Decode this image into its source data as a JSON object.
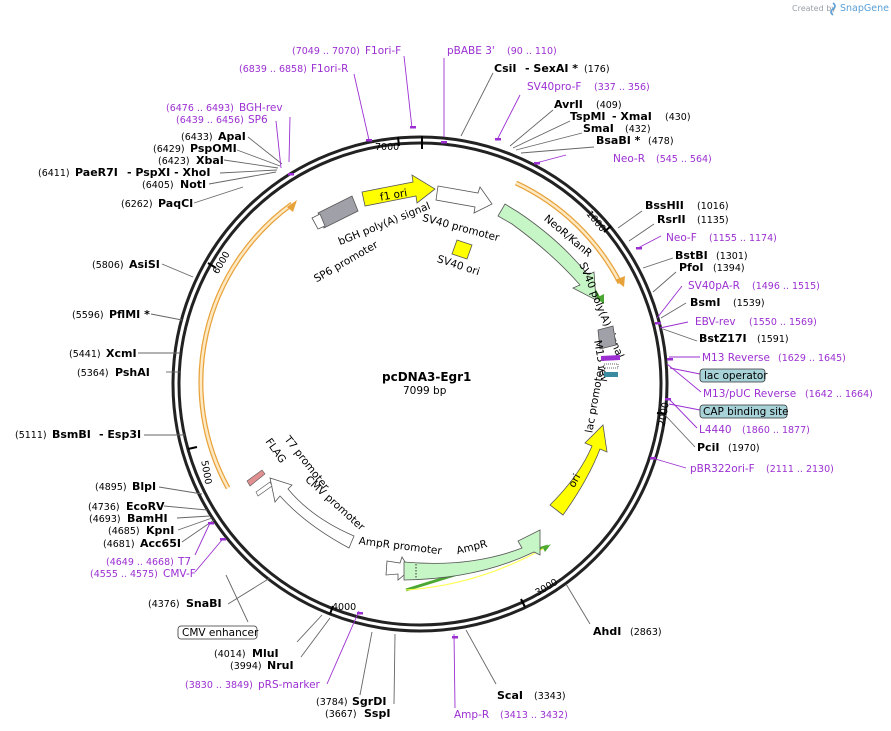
{
  "app": {
    "brand": "Created by",
    "brand_name": "SnapGene"
  },
  "map": {
    "title": "pcDNA3-Egr1",
    "size_label": "7099 bp",
    "length": 7099
  },
  "ticks": [
    {
      "pos": 1000,
      "label": "1000"
    },
    {
      "pos": 2000,
      "label": "2000"
    },
    {
      "pos": 3000,
      "label": "3000"
    },
    {
      "pos": 4000,
      "label": "4000"
    },
    {
      "pos": 5000,
      "label": "5000"
    },
    {
      "pos": 6000,
      "label": "6000"
    },
    {
      "pos": 7000,
      "label": "7000"
    }
  ],
  "enzymes": [
    {
      "name": "CsiI",
      "extra": "- SexAI *",
      "pos": "(176)"
    },
    {
      "name": "AvrII",
      "extra": "",
      "pos": "(409)"
    },
    {
      "name": "TspMI",
      "extra": "- XmaI",
      "pos": "(430)"
    },
    {
      "name": "SmaI",
      "extra": "",
      "pos": "(432)"
    },
    {
      "name": "BsaBI *",
      "extra": "",
      "pos": "(478)"
    },
    {
      "name": "BssHII",
      "extra": "",
      "pos": "(1016)"
    },
    {
      "name": "RsrII",
      "extra": "",
      "pos": "(1135)"
    },
    {
      "name": "BstBI",
      "extra": "",
      "pos": "(1301)"
    },
    {
      "name": "PfoI",
      "extra": "",
      "pos": "(1394)"
    },
    {
      "name": "BsmI",
      "extra": "",
      "pos": "(1539)"
    },
    {
      "name": "BstZ17I",
      "extra": "",
      "pos": "(1591)"
    },
    {
      "name": "PciI",
      "extra": "",
      "pos": "(1970)"
    },
    {
      "name": "AhdI",
      "extra": "",
      "pos": "(2863)"
    },
    {
      "name": "ScaI",
      "extra": "",
      "pos": "(3343)"
    },
    {
      "name": "SspI",
      "extra": "",
      "pos": "(3667)"
    },
    {
      "name": "SgrDI",
      "extra": "",
      "pos": "(3784)"
    },
    {
      "name": "NruI",
      "extra": "",
      "pos": "(3994)"
    },
    {
      "name": "MluI",
      "extra": "",
      "pos": "(4014)"
    },
    {
      "name": "SnaBI",
      "extra": "",
      "pos": "(4376)"
    },
    {
      "name": "Acc65I",
      "extra": "",
      "pos": "(4681)"
    },
    {
      "name": "KpnI",
      "extra": "",
      "pos": "(4685)"
    },
    {
      "name": "BamHI",
      "extra": "",
      "pos": "(4693)"
    },
    {
      "name": "EcoRV",
      "extra": "",
      "pos": "(4736)"
    },
    {
      "name": "BlpI",
      "extra": "",
      "pos": "(4895)"
    },
    {
      "name": "BsmBI",
      "extra": "- Esp3I",
      "pos": "(5111)"
    },
    {
      "name": "PshAI",
      "extra": "",
      "pos": "(5364)"
    },
    {
      "name": "XcmI",
      "extra": "",
      "pos": "(5441)"
    },
    {
      "name": "PflMI *",
      "extra": "",
      "pos": "(5596)"
    },
    {
      "name": "AsiSI",
      "extra": "",
      "pos": "(5806)"
    },
    {
      "name": "PaqCI",
      "extra": "",
      "pos": "(6262)"
    },
    {
      "name": "NotI",
      "extra": "",
      "pos": "(6405)"
    },
    {
      "name": "PaeR7I",
      "extra": "- PspXI - XhoI",
      "pos": "(6411)"
    },
    {
      "name": "XbaI",
      "extra": "",
      "pos": "(6423)"
    },
    {
      "name": "PspOMI",
      "extra": "",
      "pos": "(6429)"
    },
    {
      "name": "ApaI",
      "extra": "",
      "pos": "(6433)"
    }
  ],
  "primers": [
    {
      "name": "F1ori-F",
      "range": "(7049 .. 7070)"
    },
    {
      "name": "F1ori-R",
      "range": "(6839 .. 6858)"
    },
    {
      "name": "pBABE 3'",
      "range": "(90 .. 110)"
    },
    {
      "name": "SV40pro-F",
      "range": "(337 .. 356)"
    },
    {
      "name": "BGH-rev",
      "range": "(6476 .. 6493)"
    },
    {
      "name": "SP6",
      "range": "(6439 .. 6456)"
    },
    {
      "name": "Neo-R",
      "range": "(545 .. 564)"
    },
    {
      "name": "Neo-F",
      "range": "(1155 .. 1174)"
    },
    {
      "name": "SV40pA-R",
      "range": "(1496 .. 1515)"
    },
    {
      "name": "EBV-rev",
      "range": "(1550 .. 1569)"
    },
    {
      "name": "M13 Reverse",
      "range": "(1629 .. 1645)"
    },
    {
      "name": "M13/pUC Reverse",
      "range": "(1642 .. 1664)"
    },
    {
      "name": "L4440",
      "range": "(1860 .. 1877)"
    },
    {
      "name": "pBR322ori-F",
      "range": "(2111 .. 2130)"
    },
    {
      "name": "Amp-R",
      "range": "(3413 .. 3432)"
    },
    {
      "name": "pRS-marker",
      "range": "(3830 .. 3849)"
    },
    {
      "name": "T7",
      "range": "(4649 .. 4668)"
    },
    {
      "name": "CMV-F",
      "range": "(4555 .. 4575)"
    }
  ],
  "boxed_features": [
    {
      "name": "lac operator"
    },
    {
      "name": "CAP binding site"
    },
    {
      "name": "CMV enhancer"
    }
  ],
  "features": [
    {
      "name": "f1 ori"
    },
    {
      "name": "bGH poly(A) signal"
    },
    {
      "name": "SV40 promoter"
    },
    {
      "name": "SP6 promoter"
    },
    {
      "name": "SV40 ori"
    },
    {
      "name": "NeoR/KanR"
    },
    {
      "name": "SV40 poly(A) signal"
    },
    {
      "name": "M13 rev"
    },
    {
      "name": "lac promoter"
    },
    {
      "name": "ori"
    },
    {
      "name": "AmpR promoter"
    },
    {
      "name": "AmpR"
    },
    {
      "name": "CMV promoter"
    },
    {
      "name": "T7 promoter"
    },
    {
      "name": "FLAG"
    }
  ],
  "colors": {
    "primer": "#9b2fd1",
    "f1ori": "#ffff00",
    "neo": "#c6f5c6",
    "orf_border": "#e8a23a",
    "orf_fill": "#fde9c4",
    "green_line": "#4aa832",
    "box_fill": "#a7d2d8",
    "grey": "#a0a0a8"
  }
}
